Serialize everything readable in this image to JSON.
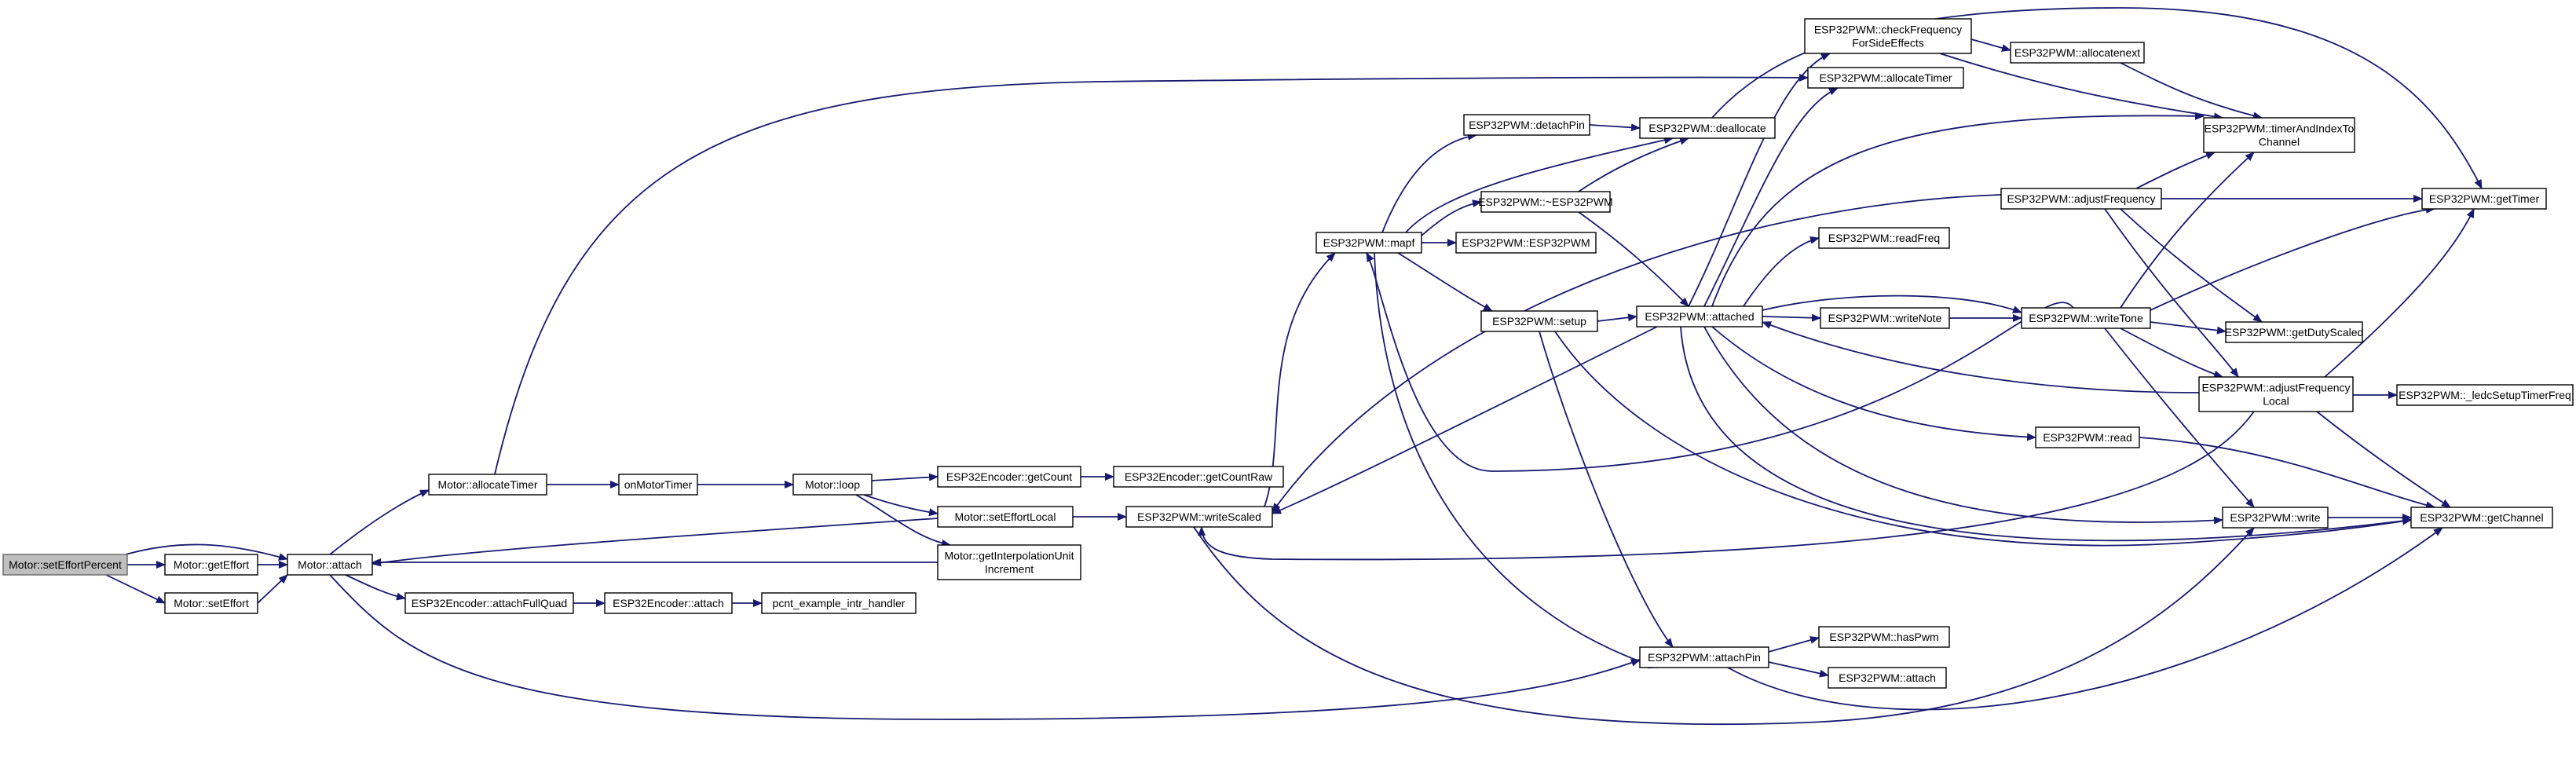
{
  "colors": {
    "edge": "#191970",
    "node_fill": "#ffffff",
    "root_fill": "#bfbfbf",
    "node_border": "#000000"
  },
  "nodes": [
    {
      "id": "setEffortPercent",
      "label": [
        "Motor::setEffortPercent"
      ],
      "root": true
    },
    {
      "id": "getEffort",
      "label": [
        "Motor::getEffort"
      ]
    },
    {
      "id": "setEffort",
      "label": [
        "Motor::setEffort"
      ]
    },
    {
      "id": "attach",
      "label": [
        "Motor::attach"
      ]
    },
    {
      "id": "allocateTimerM",
      "label": [
        "Motor::allocateTimer"
      ]
    },
    {
      "id": "onMotorTimer",
      "label": [
        "onMotorTimer"
      ]
    },
    {
      "id": "loop",
      "label": [
        "Motor::loop"
      ]
    },
    {
      "id": "getCount",
      "label": [
        "ESP32Encoder::getCount"
      ]
    },
    {
      "id": "getCountRaw",
      "label": [
        "ESP32Encoder::getCountRaw"
      ]
    },
    {
      "id": "setEffortLocal",
      "label": [
        "Motor::setEffortLocal"
      ]
    },
    {
      "id": "getInterp",
      "label": [
        "Motor::getInterpolationUnit",
        "Increment"
      ]
    },
    {
      "id": "attachFullQuad",
      "label": [
        "ESP32Encoder::attachFullQuad"
      ]
    },
    {
      "id": "encAttach",
      "label": [
        "ESP32Encoder::attach"
      ]
    },
    {
      "id": "pcnt",
      "label": [
        "pcnt_example_intr_handler"
      ]
    },
    {
      "id": "writeScaled",
      "label": [
        "ESP32PWM::writeScaled"
      ]
    },
    {
      "id": "mapf",
      "label": [
        "ESP32PWM::mapf"
      ]
    },
    {
      "id": "detachPin",
      "label": [
        "ESP32PWM::detachPin"
      ]
    },
    {
      "id": "dtor",
      "label": [
        "ESP32PWM::~ESP32PWM"
      ]
    },
    {
      "id": "ctor",
      "label": [
        "ESP32PWM::ESP32PWM"
      ]
    },
    {
      "id": "setup",
      "label": [
        "ESP32PWM::setup"
      ]
    },
    {
      "id": "deallocate",
      "label": [
        "ESP32PWM::deallocate"
      ]
    },
    {
      "id": "checkFreq",
      "label": [
        "ESP32PWM::checkFrequency",
        "ForSideEffects"
      ]
    },
    {
      "id": "allocateTimerP",
      "label": [
        "ESP32PWM::allocateTimer"
      ]
    },
    {
      "id": "attached",
      "label": [
        "ESP32PWM::attached"
      ]
    },
    {
      "id": "attachPin",
      "label": [
        "ESP32PWM::attachPin"
      ]
    },
    {
      "id": "hasPwm",
      "label": [
        "ESP32PWM::hasPwm"
      ]
    },
    {
      "id": "pwmAttach",
      "label": [
        "ESP32PWM::attach"
      ]
    },
    {
      "id": "allocatenext",
      "label": [
        "ESP32PWM::allocatenext"
      ]
    },
    {
      "id": "adjustFrequency",
      "label": [
        "ESP32PWM::adjustFrequency"
      ]
    },
    {
      "id": "readFreq",
      "label": [
        "ESP32PWM::readFreq"
      ]
    },
    {
      "id": "writeNote",
      "label": [
        "ESP32PWM::writeNote"
      ]
    },
    {
      "id": "writeTone",
      "label": [
        "ESP32PWM::writeTone"
      ]
    },
    {
      "id": "read",
      "label": [
        "ESP32PWM::read"
      ]
    },
    {
      "id": "write",
      "label": [
        "ESP32PWM::write"
      ]
    },
    {
      "id": "timerAndIndex",
      "label": [
        "ESP32PWM::timerAndIndexTo",
        "Channel"
      ]
    },
    {
      "id": "getDutyScaled",
      "label": [
        "ESP32PWM::getDutyScaled"
      ]
    },
    {
      "id": "adjustFreqLocal",
      "label": [
        "ESP32PWM::adjustFrequency",
        "Local"
      ]
    },
    {
      "id": "getTimer",
      "label": [
        "ESP32PWM::getTimer"
      ]
    },
    {
      "id": "ledcSetup",
      "label": [
        "ESP32PWM::_ledcSetupTimerFreq"
      ]
    },
    {
      "id": "getChannel",
      "label": [
        "ESP32PWM::getChannel"
      ]
    }
  ],
  "edges": [
    [
      "setEffortPercent",
      "getEffort"
    ],
    [
      "setEffortPercent",
      "setEffort"
    ],
    [
      "setEffortPercent",
      "attach"
    ],
    [
      "getEffort",
      "attach"
    ],
    [
      "setEffort",
      "attach"
    ],
    [
      "attach",
      "allocateTimerM"
    ],
    [
      "attach",
      "attachFullQuad"
    ],
    [
      "attach",
      "attachPin"
    ],
    [
      "allocateTimerM",
      "onMotorTimer"
    ],
    [
      "allocateTimerM",
      "allocateTimerP"
    ],
    [
      "onMotorTimer",
      "loop"
    ],
    [
      "loop",
      "getCount"
    ],
    [
      "loop",
      "setEffortLocal"
    ],
    [
      "loop",
      "getInterp"
    ],
    [
      "getCount",
      "getCountRaw"
    ],
    [
      "setEffortLocal",
      "attach"
    ],
    [
      "setEffortLocal",
      "writeScaled"
    ],
    [
      "getInterp",
      "attach"
    ],
    [
      "attachFullQuad",
      "encAttach"
    ],
    [
      "encAttach",
      "pcnt"
    ],
    [
      "writeScaled",
      "mapf"
    ],
    [
      "writeScaled",
      "write"
    ],
    [
      "mapf",
      "detachPin"
    ],
    [
      "mapf",
      "deallocate"
    ],
    [
      "mapf",
      "dtor"
    ],
    [
      "mapf",
      "ctor"
    ],
    [
      "mapf",
      "setup"
    ],
    [
      "mapf",
      "attachPin"
    ],
    [
      "detachPin",
      "deallocate"
    ],
    [
      "dtor",
      "deallocate"
    ],
    [
      "dtor",
      "attached"
    ],
    [
      "deallocate",
      "getTimer"
    ],
    [
      "setup",
      "attached"
    ],
    [
      "setup",
      "attachPin"
    ],
    [
      "setup",
      "getChannel"
    ],
    [
      "attached",
      "writeScaled"
    ],
    [
      "attached",
      "checkFreq"
    ],
    [
      "attached",
      "allocateTimerP"
    ],
    [
      "attached",
      "timerAndIndex"
    ],
    [
      "attached",
      "readFreq"
    ],
    [
      "attached",
      "writeNote"
    ],
    [
      "attached",
      "writeTone"
    ],
    [
      "attached",
      "read"
    ],
    [
      "attached",
      "write"
    ],
    [
      "attached",
      "getChannel"
    ],
    [
      "attachPin",
      "hasPwm"
    ],
    [
      "attachPin",
      "pwmAttach"
    ],
    [
      "attachPin",
      "getChannel"
    ],
    [
      "checkFreq",
      "allocatenext"
    ],
    [
      "checkFreq",
      "timerAndIndex"
    ],
    [
      "allocatenext",
      "timerAndIndex"
    ],
    [
      "writeNote",
      "writeTone"
    ],
    [
      "writeTone",
      "mapf"
    ],
    [
      "writeTone",
      "getDutyScaled"
    ],
    [
      "writeTone",
      "adjustFreqLocal"
    ],
    [
      "writeTone",
      "getTimer"
    ],
    [
      "writeTone",
      "write"
    ],
    [
      "writeTone",
      "timerAndIndex"
    ],
    [
      "adjustFrequency",
      "writeScaled"
    ],
    [
      "adjustFrequency",
      "timerAndIndex"
    ],
    [
      "adjustFrequency",
      "getDutyScaled"
    ],
    [
      "adjustFrequency",
      "adjustFreqLocal"
    ],
    [
      "adjustFrequency",
      "getTimer"
    ],
    [
      "adjustFreqLocal",
      "attached"
    ],
    [
      "adjustFreqLocal",
      "writeScaled"
    ],
    [
      "adjustFreqLocal",
      "ledcSetup"
    ],
    [
      "adjustFreqLocal",
      "getTimer"
    ],
    [
      "adjustFreqLocal",
      "getChannel"
    ],
    [
      "read",
      "getChannel"
    ],
    [
      "write",
      "getChannel"
    ]
  ]
}
